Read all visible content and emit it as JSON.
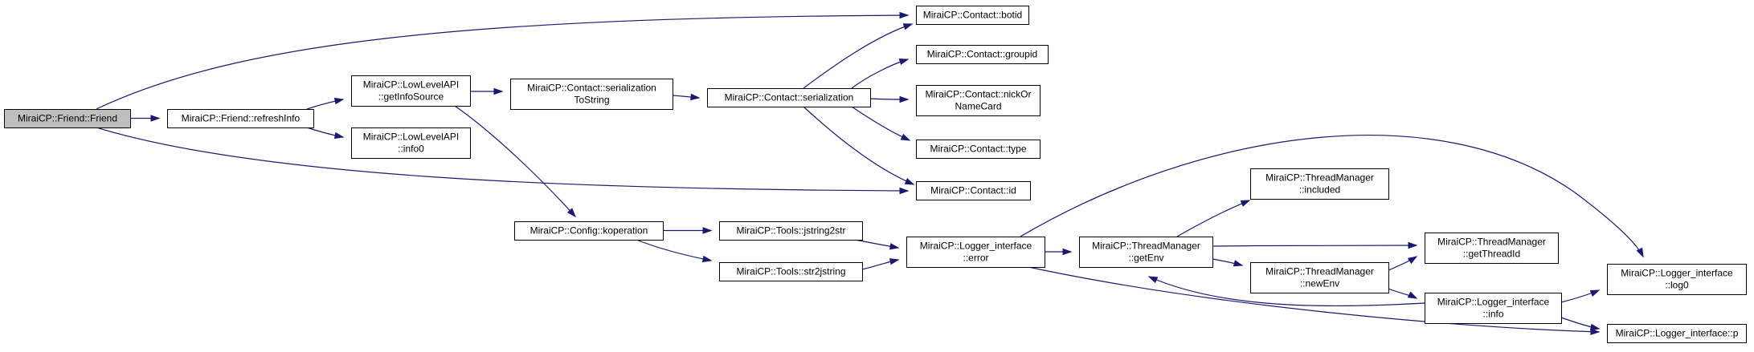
{
  "diagram": {
    "edge_color": "#191970",
    "root_fill": "#bfbfbf",
    "nodes": [
      {
        "id": "friend",
        "lines": [
          "MiraiCP::Friend::Friend"
        ],
        "root": true
      },
      {
        "id": "refreshInfo",
        "lines": [
          "MiraiCP::Friend::refreshInfo"
        ]
      },
      {
        "id": "getInfoSource",
        "lines": [
          "MiraiCP::LowLevelAPI",
          "::getInfoSource"
        ]
      },
      {
        "id": "info0",
        "lines": [
          "MiraiCP::LowLevelAPI",
          "::info0"
        ]
      },
      {
        "id": "serializationToString",
        "lines": [
          "MiraiCP::Contact::serialization",
          "ToString"
        ]
      },
      {
        "id": "serialization",
        "lines": [
          "MiraiCP::Contact::serialization"
        ]
      },
      {
        "id": "botid",
        "lines": [
          "MiraiCP::Contact::botid"
        ]
      },
      {
        "id": "groupid",
        "lines": [
          "MiraiCP::Contact::groupid"
        ]
      },
      {
        "id": "nickOrNameCard",
        "lines": [
          "MiraiCP::Contact::nickOr",
          "NameCard"
        ]
      },
      {
        "id": "type",
        "lines": [
          "MiraiCP::Contact::type"
        ]
      },
      {
        "id": "cid",
        "lines": [
          "MiraiCP::Contact::id"
        ]
      },
      {
        "id": "koperation",
        "lines": [
          "MiraiCP::Config::koperation"
        ]
      },
      {
        "id": "jstring2str",
        "lines": [
          "MiraiCP::Tools::jstring2str"
        ]
      },
      {
        "id": "str2jstring",
        "lines": [
          "MiraiCP::Tools::str2jstring"
        ]
      },
      {
        "id": "error",
        "lines": [
          "MiraiCP::Logger_interface",
          "::error"
        ]
      },
      {
        "id": "getEnv",
        "lines": [
          "MiraiCP::ThreadManager",
          "::getEnv"
        ]
      },
      {
        "id": "included",
        "lines": [
          "MiraiCP::ThreadManager",
          "::included"
        ]
      },
      {
        "id": "getThreadId",
        "lines": [
          "MiraiCP::ThreadManager",
          "::getThreadId"
        ]
      },
      {
        "id": "newEnv",
        "lines": [
          "MiraiCP::ThreadManager",
          "::newEnv"
        ]
      },
      {
        "id": "info",
        "lines": [
          "MiraiCP::Logger_interface",
          "::info"
        ]
      },
      {
        "id": "log0",
        "lines": [
          "MiraiCP::Logger_interface",
          "::log0"
        ]
      },
      {
        "id": "p",
        "lines": [
          "MiraiCP::Logger_interface::p"
        ]
      }
    ],
    "edges": [
      {
        "from": "friend",
        "to": "refreshInfo"
      },
      {
        "from": "friend",
        "to": "botid"
      },
      {
        "from": "friend",
        "to": "cid"
      },
      {
        "from": "refreshInfo",
        "to": "getInfoSource"
      },
      {
        "from": "refreshInfo",
        "to": "info0"
      },
      {
        "from": "getInfoSource",
        "to": "serializationToString"
      },
      {
        "from": "getInfoSource",
        "to": "koperation"
      },
      {
        "from": "serializationToString",
        "to": "serialization"
      },
      {
        "from": "serialization",
        "to": "botid"
      },
      {
        "from": "serialization",
        "to": "groupid"
      },
      {
        "from": "serialization",
        "to": "nickOrNameCard"
      },
      {
        "from": "serialization",
        "to": "type"
      },
      {
        "from": "serialization",
        "to": "cid"
      },
      {
        "from": "koperation",
        "to": "jstring2str"
      },
      {
        "from": "koperation",
        "to": "str2jstring"
      },
      {
        "from": "jstring2str",
        "to": "error"
      },
      {
        "from": "str2jstring",
        "to": "error"
      },
      {
        "from": "error",
        "to": "getEnv"
      },
      {
        "from": "error",
        "to": "log0"
      },
      {
        "from": "error",
        "to": "p"
      },
      {
        "from": "getEnv",
        "to": "included"
      },
      {
        "from": "getEnv",
        "to": "getThreadId"
      },
      {
        "from": "getEnv",
        "to": "newEnv"
      },
      {
        "from": "newEnv",
        "to": "getThreadId"
      },
      {
        "from": "newEnv",
        "to": "info"
      },
      {
        "from": "info",
        "to": "getEnv"
      },
      {
        "from": "info",
        "to": "log0"
      },
      {
        "from": "info",
        "to": "p"
      }
    ]
  }
}
